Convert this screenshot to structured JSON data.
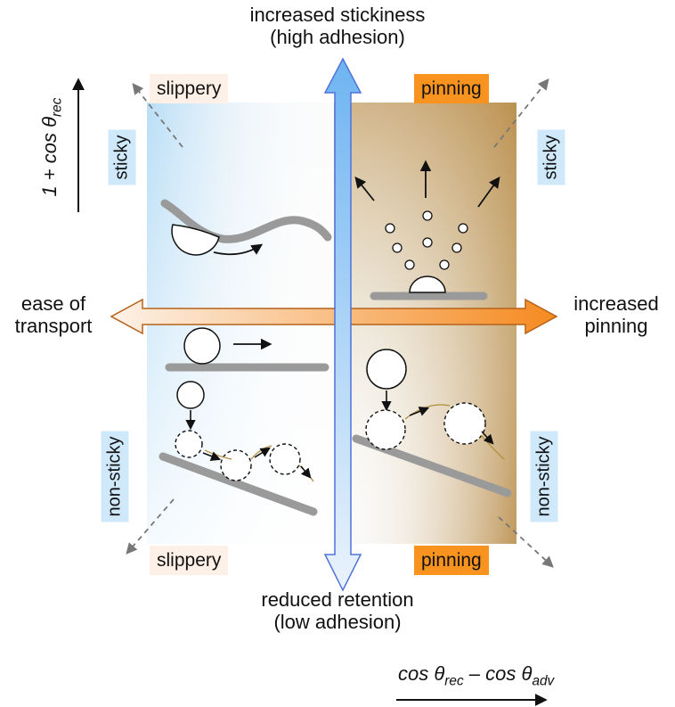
{
  "top_label": {
    "line1": "increased stickiness",
    "line2": "(high adhesion)"
  },
  "bottom_label": {
    "line1": "reduced retention",
    "line2": "(low adhesion)"
  },
  "left_label": {
    "line1": "ease of",
    "line2": "transport"
  },
  "right_label": {
    "line1": "increased",
    "line2": "pinning"
  },
  "y_axis": {
    "text": "1 + cos θ",
    "sub": "rec"
  },
  "x_axis": {
    "text1": "cos θ",
    "sub1": "rec",
    "text2": " – cos θ",
    "sub2": "adv"
  },
  "quadrant_tags": {
    "top_left": "slippery",
    "top_right": "pinning",
    "bottom_left": "slippery",
    "bottom_right": "pinning"
  },
  "side_tags": {
    "left_top": "sticky",
    "right_top": "sticky",
    "left_bottom": "non-sticky",
    "right_bottom": "non-sticky"
  },
  "colors": {
    "blue_accent": "#7ab8ee",
    "orange_accent": "#f7931e",
    "tan_accent": "#b88a3a",
    "surface_gray": "#9a9a9a"
  }
}
